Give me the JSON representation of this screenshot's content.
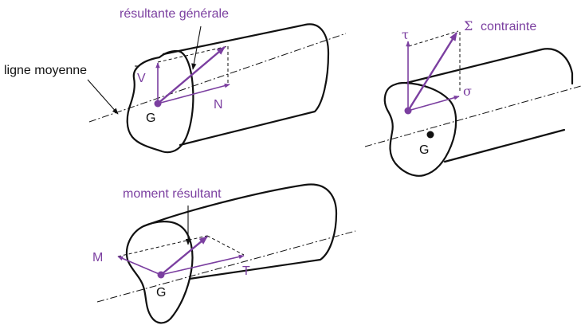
{
  "colors": {
    "accent": "#7b3fa0",
    "ink": "#111111",
    "background": "#ffffff"
  },
  "fig_force": {
    "title": "résultante générale",
    "axis_label": "ligne moyenne",
    "point_label": "G",
    "v_label": "V",
    "n_label": "N"
  },
  "fig_stress": {
    "tau_label": "τ",
    "sigma_caps_label": "Σ",
    "title": "contrainte",
    "sigma_label": "σ",
    "point_label": "G"
  },
  "fig_moment": {
    "title": "moment résultant",
    "m_label": "M",
    "t_label": "T",
    "point_label": "G"
  }
}
